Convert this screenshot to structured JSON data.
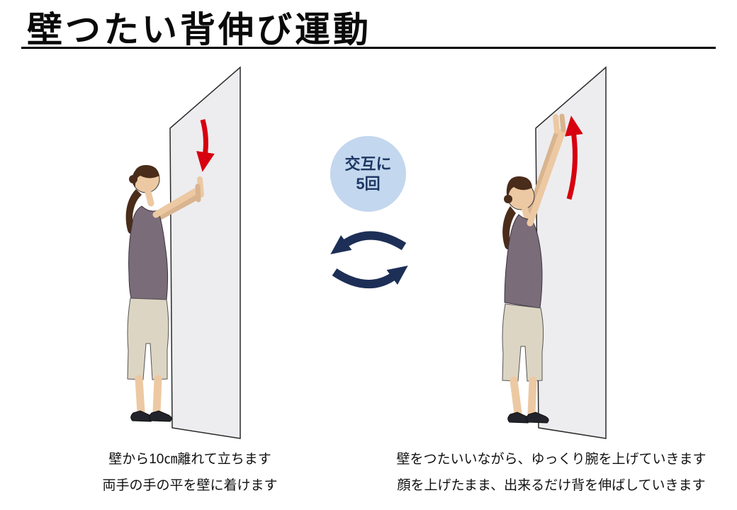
{
  "title": "壁つたい背伸び運動",
  "repeat_badge": {
    "line1": "交互に",
    "line2": "5回"
  },
  "steps": {
    "left": {
      "caption_line1": "壁から10㎝離れて立ちます",
      "caption_line2": "両手の手の平を壁に着けます",
      "arrow_direction": "down"
    },
    "right": {
      "caption_line1": "壁をつたいいながら、ゆっくり腕を上げていきます",
      "caption_line2": "顔を上げたまま、出来るだけ背を伸ばしていきます",
      "arrow_direction": "up"
    }
  },
  "icons": {
    "cycle": "cycle-arrows-icon",
    "left_arrow": "down-arrow-icon",
    "right_arrow": "up-arrow-icon"
  },
  "colors": {
    "arrow_red": "#d7000f",
    "navy": "#1d2f56",
    "badge_fill": "#c3d7ee",
    "badge_text": "#1f3864",
    "wall_fill": "#ededf0",
    "skin": "#ecc9a3",
    "hair": "#4a2c1a",
    "shirt": "#7b6c79",
    "pants": "#ddd5c3",
    "shoes": "#23232b",
    "underline": "#000000"
  }
}
